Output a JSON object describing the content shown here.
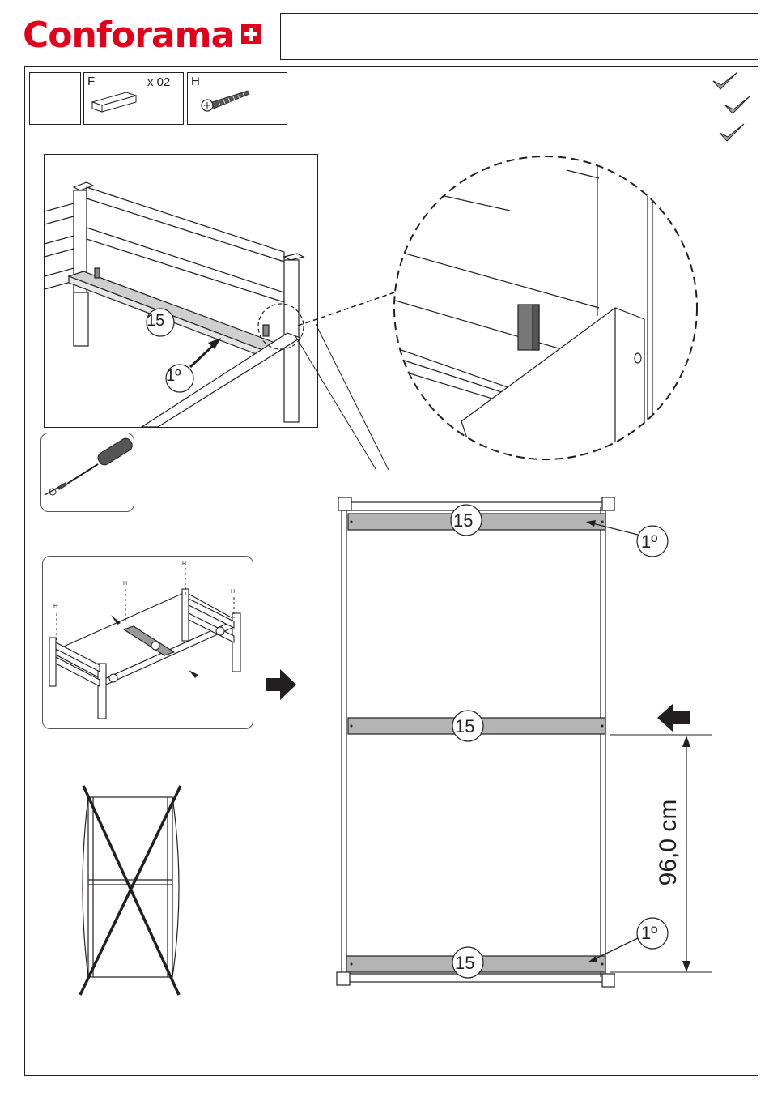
{
  "brand": {
    "name": "Conforama",
    "color": "#e2001a"
  },
  "parts": [
    {
      "letter": "F",
      "quantity": "x 02",
      "icon": "dowel-icon"
    },
    {
      "letter": "H",
      "icon": "screw-icon"
    }
  ],
  "step_icons": [
    "check-icon",
    "check-icon",
    "check-icon"
  ],
  "callouts": {
    "part_number": "15",
    "order_label": "1º"
  },
  "dimension": {
    "label": "96,0 cm"
  },
  "small_diagram": {
    "screw_label": "H"
  },
  "colors": {
    "slat_fill": "#b4b4b4",
    "line": "#231f20",
    "cross": "#231f20"
  }
}
